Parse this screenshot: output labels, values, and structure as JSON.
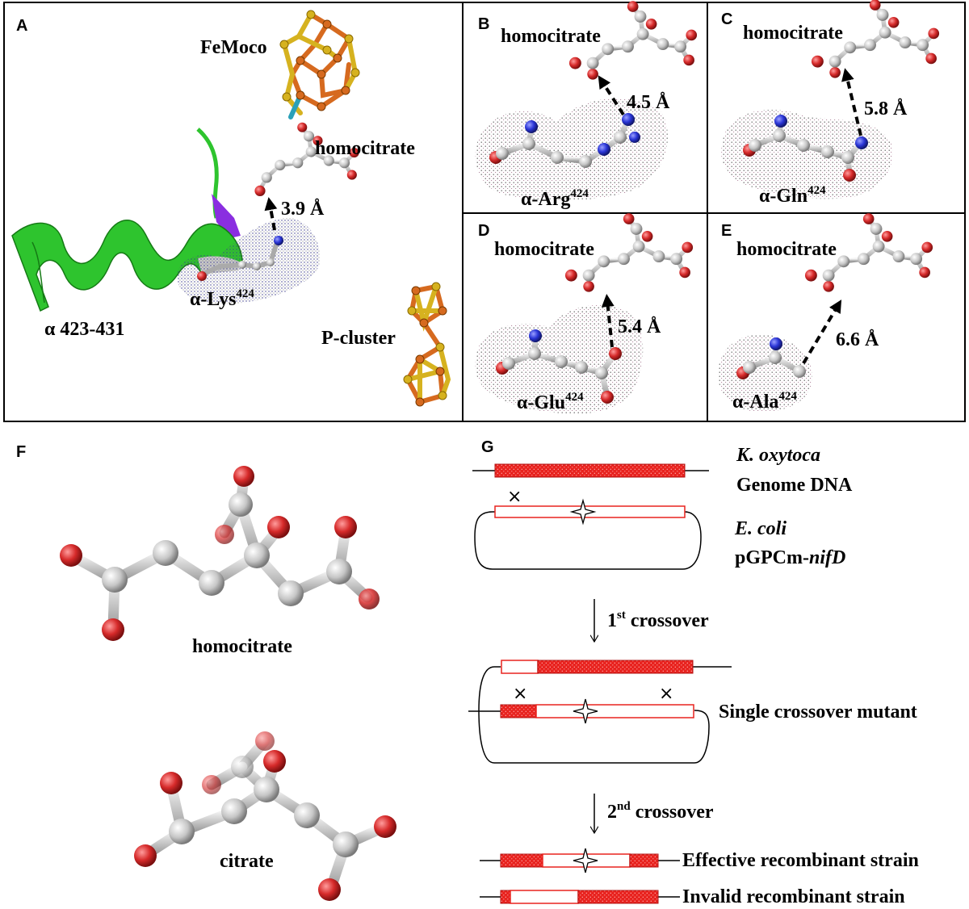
{
  "colors": {
    "oxygen": "#d62a2a",
    "nitrogen": "#2a35d6",
    "carbon": "#c8c8c8",
    "helix": "#2ec42e",
    "cluster_gold": "#d6b21f",
    "cluster_orange": "#d66a1f",
    "dna_red": "#e8231f"
  },
  "panelA": {
    "label": "A",
    "femoco": "FeMoco",
    "homocitrate": "homocitrate",
    "distance": "3.9 Å",
    "residue": "α-Lys",
    "residue_sup": "424",
    "helix": "α 423-431",
    "pcluster": "P-cluster"
  },
  "panelB": {
    "label": "B",
    "homocitrate": "homocitrate",
    "distance": "4.5 Å",
    "residue": "α-Arg",
    "residue_sup": "424"
  },
  "panelC": {
    "label": "C",
    "homocitrate": "homocitrate",
    "distance": "5.8 Å",
    "residue": "α-Gln",
    "residue_sup": "424"
  },
  "panelD": {
    "label": "D",
    "homocitrate": "homocitrate",
    "distance": "5.4 Å",
    "residue": "α-Glu",
    "residue_sup": "424"
  },
  "panelE": {
    "label": "E",
    "homocitrate": "homocitrate",
    "distance": "6.6 Å",
    "residue": "α-Ala",
    "residue_sup": "424"
  },
  "panelF": {
    "label": "F",
    "homocitrate": "homocitrate",
    "citrate": "citrate"
  },
  "panelG": {
    "label": "G",
    "organism1": "K. oxytoca",
    "genome": "Genome DNA",
    "organism2": "E. coli",
    "plasmid_prefix": "pGPCm-",
    "plasmid_gene": "nifD",
    "step1_num": "1",
    "step1_sup": "st",
    "step1_text": " crossover",
    "single_mutant": "Single crossover mutant",
    "step2_num": "2",
    "step2_sup": "nd",
    "step2_text": " crossover",
    "effective": "Effective recombinant strain",
    "invalid": "Invalid recombinant strain",
    "cross_mark": "×"
  }
}
